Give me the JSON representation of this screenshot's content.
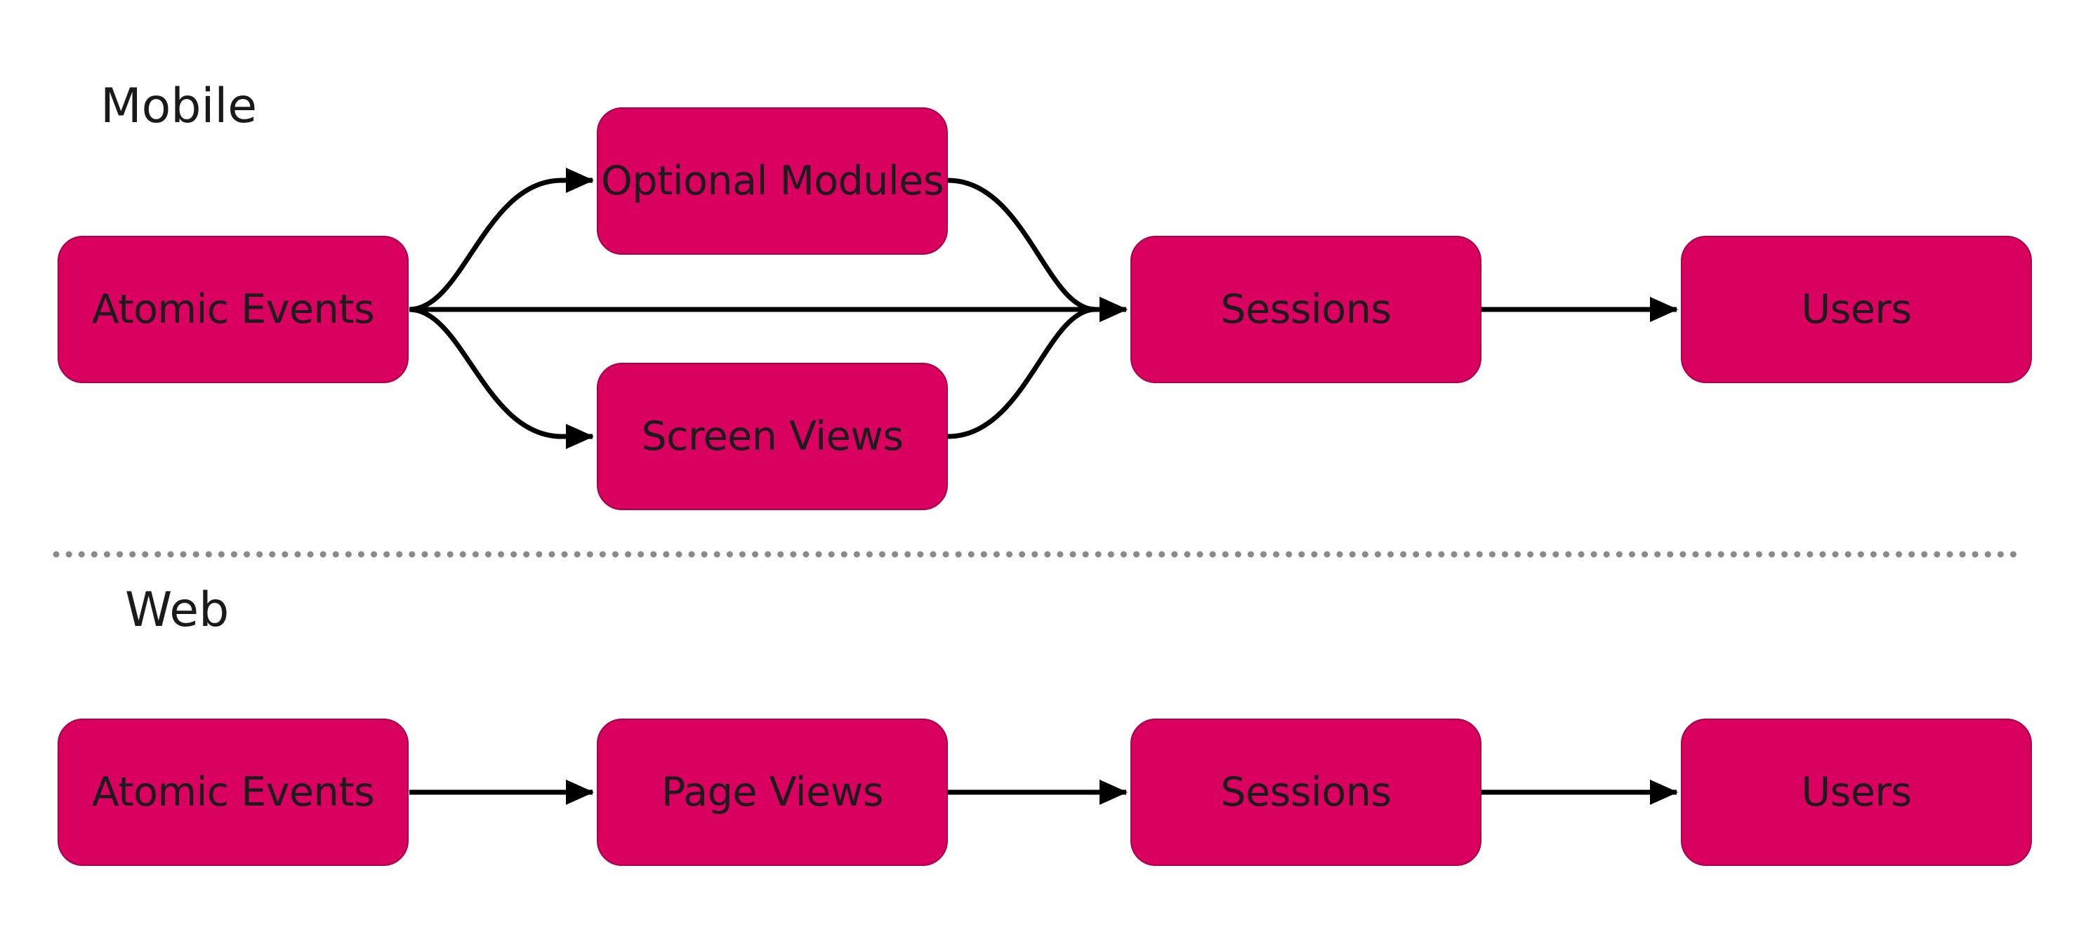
{
  "colors": {
    "node_fill": "#d90060",
    "node_border": "#a8004a",
    "edge": "#000000",
    "divider": "#8a8a8a",
    "text": "#1a1a1a"
  },
  "sections": {
    "mobile": {
      "label": "Mobile",
      "nodes": {
        "atomic_events": "Atomic Events",
        "optional_modules": "Optional Modules",
        "screen_views": "Screen Views",
        "sessions": "Sessions",
        "users": "Users"
      }
    },
    "web": {
      "label": "Web",
      "nodes": {
        "atomic_events": "Atomic Events",
        "page_views": "Page Views",
        "sessions": "Sessions",
        "users": "Users"
      }
    }
  },
  "edges": [
    {
      "section": "mobile",
      "from": "Atomic Events",
      "to": "Optional Modules"
    },
    {
      "section": "mobile",
      "from": "Atomic Events",
      "to": "Sessions"
    },
    {
      "section": "mobile",
      "from": "Atomic Events",
      "to": "Screen Views"
    },
    {
      "section": "mobile",
      "from": "Optional Modules",
      "to": "Sessions"
    },
    {
      "section": "mobile",
      "from": "Screen Views",
      "to": "Sessions"
    },
    {
      "section": "mobile",
      "from": "Sessions",
      "to": "Users"
    },
    {
      "section": "web",
      "from": "Atomic Events",
      "to": "Page Views"
    },
    {
      "section": "web",
      "from": "Page Views",
      "to": "Sessions"
    },
    {
      "section": "web",
      "from": "Sessions",
      "to": "Users"
    }
  ]
}
